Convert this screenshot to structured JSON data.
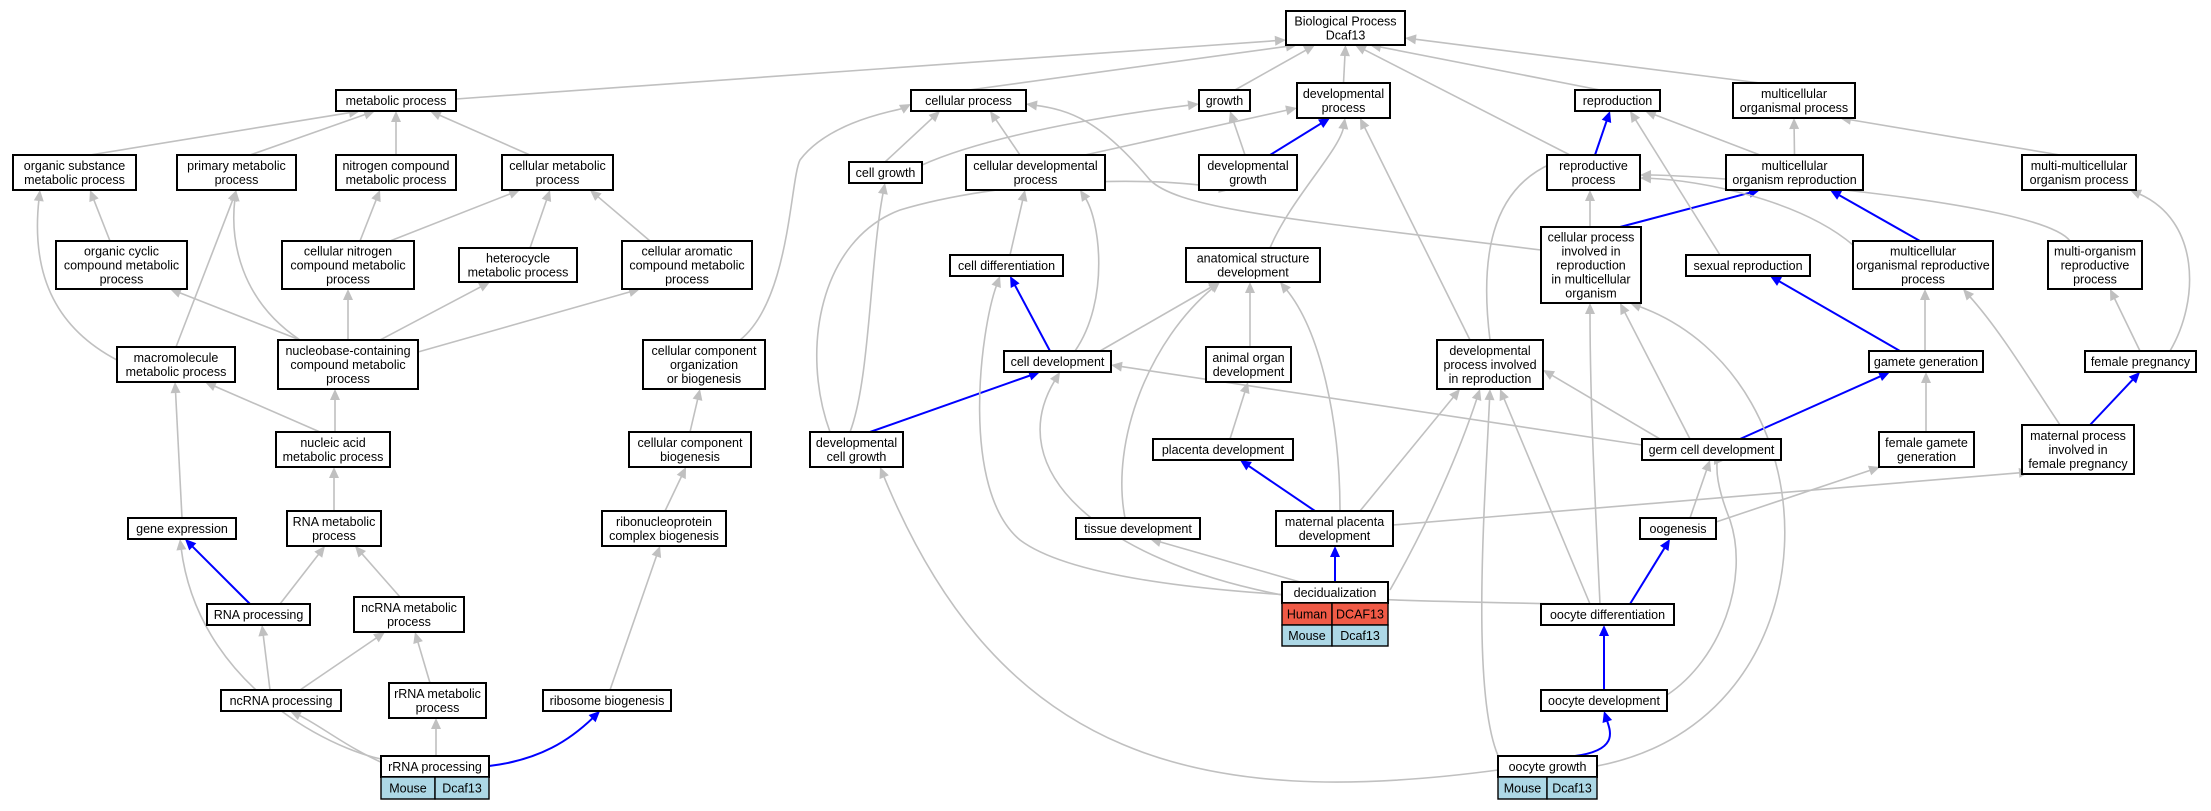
{
  "diagram": {
    "nodes": {
      "bp": "Biological Process\nDcaf13",
      "metabolic": "metabolic process",
      "cellular_proc": "cellular process",
      "growth": "growth",
      "developmental": "developmental\nprocess",
      "reproduction": "reproduction",
      "multicellular_org": "multicellular\norganismal process",
      "org_substance": "organic substance\nmetabolic process",
      "primary_met": "primary metabolic\nprocess",
      "nitrogen_comp": "nitrogen compound\nmetabolic process",
      "cellular_met": "cellular metabolic\nprocess",
      "cell_growth": "cell growth",
      "cellular_dev": "cellular developmental\nprocess",
      "dev_growth": "developmental\ngrowth",
      "repro_process": "reproductive\nprocess",
      "mc_org_repro": "multicellular\norganism reproduction",
      "multi_multicell": "multi-multicellular\norganism process",
      "org_cyclic": "organic cyclic\ncompound metabolic\nprocess",
      "cell_nitrogen": "cellular nitrogen\ncompound metabolic\nprocess",
      "heterocycle": "heterocycle\nmetabolic process",
      "cell_aromatic": "cellular aromatic\ncompound metabolic\nprocess",
      "cell_diff": "cell differentiation",
      "anat_struct": "anatomical structure\ndevelopment",
      "cp_in_repro": "cellular process\ninvolved in\nreproduction\nin multicellular\norganism",
      "sexual_repro": "sexual reproduction",
      "mc_org_repro_proc": "multicellular\norganismal reproductive\nprocess",
      "multi_org_repro": "multi-organism\nreproductive\nprocess",
      "macromolecule": "macromolecule\nmetabolic process",
      "nucleobase": "nucleobase-containing\ncompound metabolic\nprocess",
      "cc_org": "cellular component\norganization\nor biogenesis",
      "cell_dev": "cell development",
      "animal_organ": "animal organ\ndevelopment",
      "dev_in_repro": "developmental\nprocess involved\nin reproduction",
      "gamete_gen": "gamete generation",
      "female_preg": "female pregnancy",
      "nucleic_acid": "nucleic acid\nmetabolic process",
      "cc_biogenesis": "cellular component\nbiogenesis",
      "dev_cell_growth": "developmental\ncell growth",
      "placenta_dev": "placenta development",
      "germ_cell_dev": "germ cell development",
      "female_gamete": "female gamete\ngeneration",
      "maternal_proc": "maternal process\ninvolved in\nfemale pregnancy",
      "gene_expr": "gene expression",
      "rna_met": "RNA metabolic\nprocess",
      "ribonucleo": "ribonucleoprotein\ncomplex biogenesis",
      "tissue_dev": "tissue development",
      "maternal_placenta": "maternal placenta\ndevelopment",
      "oogenesis": "oogenesis",
      "rna_proc": "RNA processing",
      "ncrna_met": "ncRNA metabolic\nprocess",
      "decidual": "decidualization",
      "oocyte_diff": "oocyte differentiation",
      "ncrna_proc": "ncRNA processing",
      "rrna_met": "rRNA metabolic\nprocess",
      "ribosome_bio": "ribosome biogenesis",
      "oocyte_dev": "oocyte development",
      "rrna_proc": "rRNA processing",
      "oocyte_growth": "oocyte growth"
    },
    "annotations": {
      "decidual": [
        [
          "Human",
          "DCAF13"
        ],
        [
          "Mouse",
          "Dcaf13"
        ]
      ],
      "rrna_proc": [
        [
          "Mouse",
          "Dcaf13"
        ]
      ],
      "oocyte_growth": [
        [
          "Mouse",
          "Dcaf13"
        ]
      ]
    },
    "species_colors": {
      "Human": "#f05a46",
      "Mouse": "#add8e6"
    },
    "edge_colors": {
      "is_a": "#c0c0c0",
      "part_of": "#0000ff"
    }
  }
}
